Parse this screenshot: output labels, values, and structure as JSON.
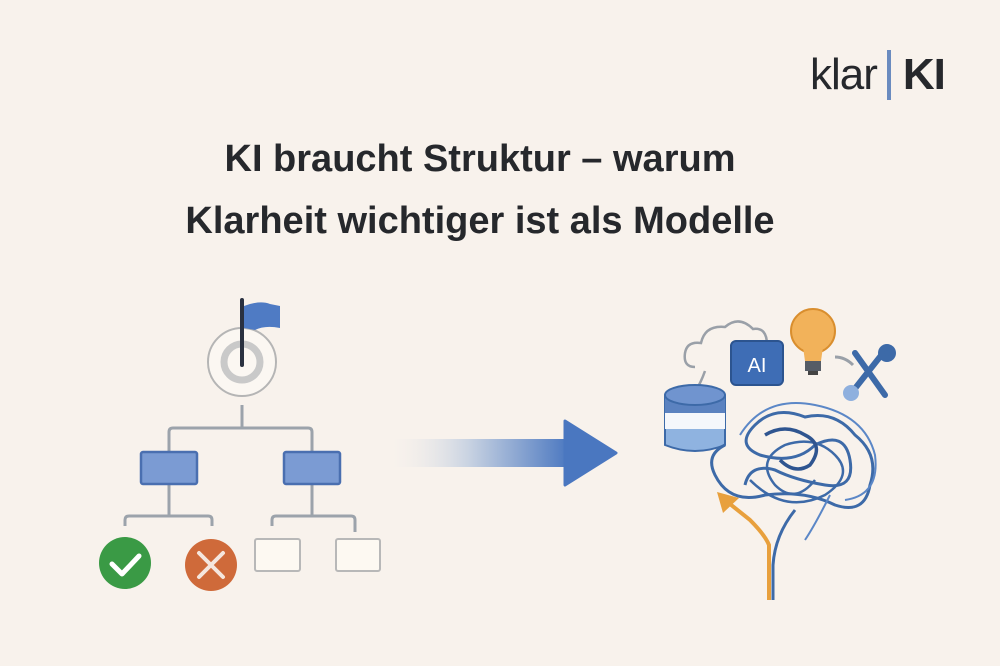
{
  "logo": {
    "left": "klar",
    "right": "KI",
    "divider_color": "#6a8bbf"
  },
  "title": {
    "line1": "KI braucht Struktur – warum",
    "line2": "Klarheit wichtiger ist als Modelle"
  },
  "illustration_left": {
    "description": "Structured decision tree with goal target and flag",
    "nodes": [
      "target-with-flag",
      "box-left",
      "box-right",
      "check",
      "cross",
      "empty-box-1",
      "empty-box-2"
    ],
    "colors": {
      "box": "#7b9bd3",
      "check": "#3a9a45",
      "cross": "#cf6a3a",
      "flag": "#4f7bc4"
    }
  },
  "arrow": {
    "color": "#4a77c0"
  },
  "illustration_right": {
    "description": "Tangled scribble brain with cloud, AI badge, light bulb, tools, database and orange arrow",
    "ai_badge": "AI",
    "colors": {
      "scribble": "#3d6aa8",
      "bulb": "#f2b25a",
      "orange_arrow": "#e8a03d"
    }
  }
}
